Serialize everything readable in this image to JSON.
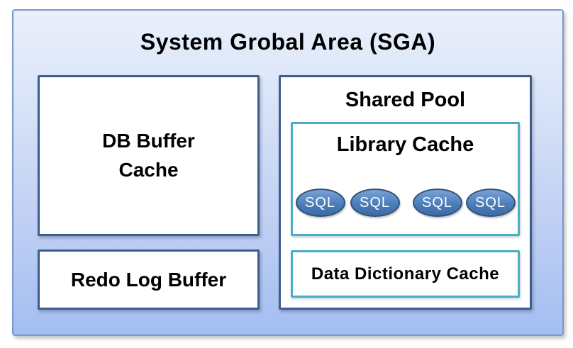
{
  "diagram": {
    "title": "System Grobal Area (SGA)",
    "db_buffer_cache": {
      "label": "DB Buffer\nCache"
    },
    "redo_log_buffer": {
      "label": "Redo Log Buffer"
    },
    "shared_pool": {
      "label": "Shared Pool",
      "library_cache": {
        "label": "Library Cache",
        "sql_items": [
          "SQL",
          "SQL",
          "SQL",
          "SQL"
        ]
      },
      "data_dictionary_cache": {
        "label": "Data Dictionary Cache"
      }
    },
    "colors": {
      "page_bg": "#ffffff",
      "sga_bg_top": "#e9effb",
      "sga_bg_bottom": "#a3bef1",
      "sga_border": "#7b96cc",
      "navy_border": "#3d5e8c",
      "teal_border": "#4bacc6",
      "sql_fill": "#4a7ebb",
      "sql_fill_light": "#7ba2d4",
      "sql_border": "#2e5377",
      "sql_text": "#ffffff",
      "text": "#000000"
    }
  }
}
